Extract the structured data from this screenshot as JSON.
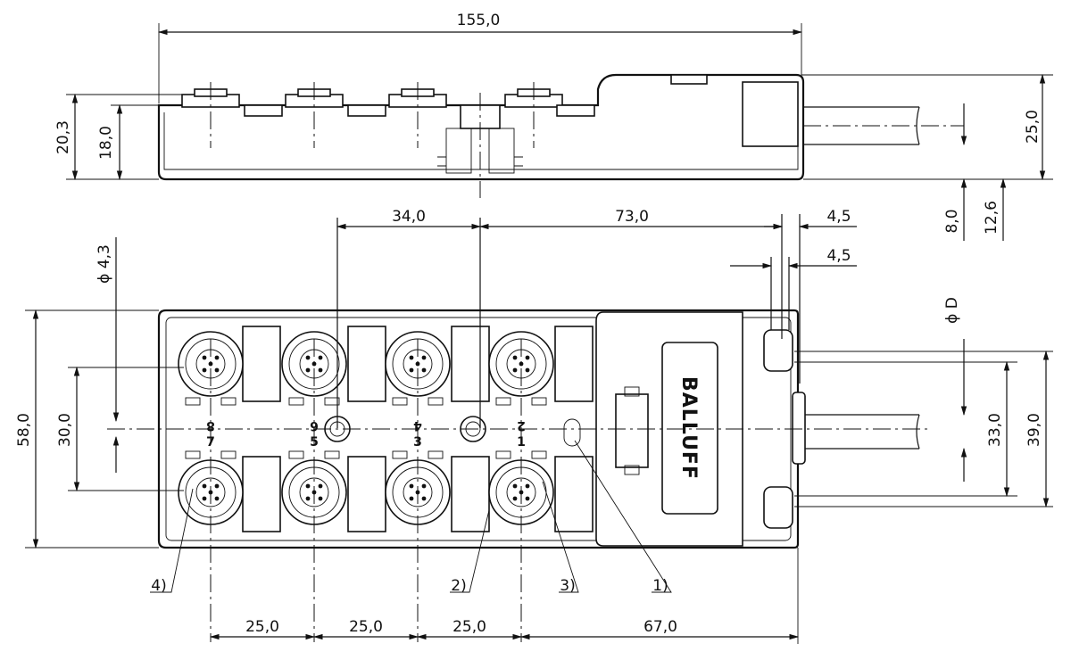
{
  "dimensions": {
    "overall_length": "155,0",
    "height_total": "20,3",
    "height_body": "18,0",
    "cable_height": "25,0",
    "offset_8": "8,0",
    "offset_12_6": "12,6",
    "pitch_34": "34,0",
    "pitch_73": "73,0",
    "flange_4_5_a": "4,5",
    "flange_4_5_b": "4,5",
    "hole_diameter": "ϕ 4,3",
    "cable_diameter": "ϕ D",
    "width_58": "58,0",
    "width_30": "30,0",
    "width_33": "33,0",
    "width_39": "39,0",
    "spacing_1": "25,0",
    "spacing_2": "25,0",
    "spacing_3": "25,0",
    "spacing_67": "67,0"
  },
  "ports": {
    "top": [
      "8",
      "6",
      "4",
      "2"
    ],
    "bottom": [
      "7",
      "5",
      "3",
      "1"
    ]
  },
  "callouts": [
    "1)",
    "2)",
    "3)",
    "4)"
  ],
  "brand": "BALLUFF"
}
